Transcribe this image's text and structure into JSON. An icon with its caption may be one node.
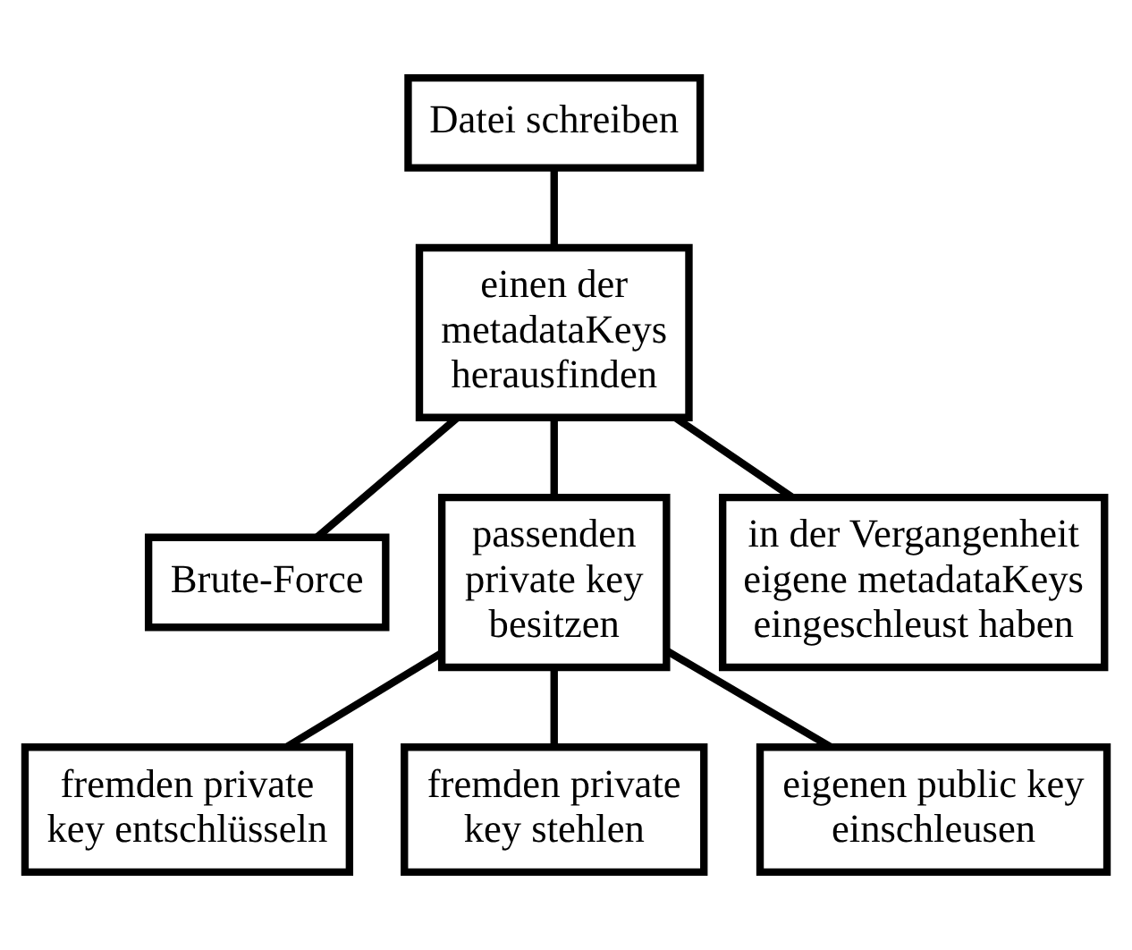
{
  "diagram": {
    "nodes": [
      {
        "text": [
          "Datei schreiben"
        ]
      },
      {
        "text": [
          "einen der metadataKeys herausfinden"
        ]
      },
      {
        "text": [
          "Brute-Force"
        ]
      },
      {
        "text": [
          "passenden private key besitzen"
        ]
      },
      {
        "text": [
          "in der Vergangenheit eigene metadataKeys eingeschleust haben"
        ]
      },
      {
        "text": [
          "fremden private key entschlüsseln"
        ]
      },
      {
        "text": [
          "fremden private key stehlen"
        ]
      },
      {
        "text": [
          "eigenen public key einschleusen"
        ]
      }
    ],
    "edges": [
      {
        "from": 0,
        "to": 1,
        "arrow": "none"
      },
      {
        "from": 1,
        "to": 2,
        "arrow": "none"
      },
      {
        "from": 1,
        "to": 3,
        "arrow": "none"
      },
      {
        "from": 1,
        "to": 4,
        "arrow": "none"
      },
      {
        "from": 3,
        "to": 5,
        "arrow": "none"
      },
      {
        "from": 3,
        "to": 6,
        "arrow": "none"
      },
      {
        "from": 3,
        "to": 7,
        "arrow": "none"
      }
    ]
  }
}
